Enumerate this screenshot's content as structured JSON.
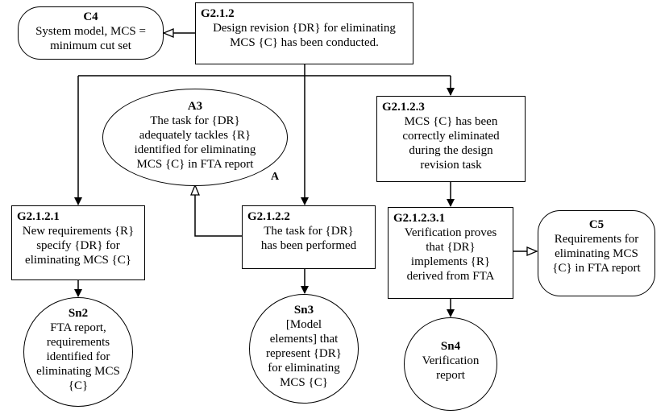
{
  "nodes": {
    "c4": {
      "id": "C4",
      "text": "System model, MCS = minimum cut set"
    },
    "g212": {
      "id": "G2.1.2",
      "text": "Design revision {DR} for eliminating MCS {C} has been conducted."
    },
    "a3": {
      "id": "A3",
      "text": "The task for {DR} adequately tackles {R} identified for eliminating MCS {C} in FTA report"
    },
    "a3_marker": "A",
    "g2123": {
      "id": "G2.1.2.3",
      "text": "MCS {C} has been correctly eliminated during the design revision task"
    },
    "g2121": {
      "id": "G2.1.2.1",
      "text": "New requirements {R} specify {DR} for eliminating MCS {C}"
    },
    "g2122": {
      "id": "G2.1.2.2",
      "text": "The task for {DR} has been performed"
    },
    "g21231": {
      "id": "G2.1.2.3.1",
      "text": "Verification proves that {DR} implements {R} derived from FTA"
    },
    "c5": {
      "id": "C5",
      "text": "Requirements for eliminating MCS {C} in FTA report"
    },
    "sn2": {
      "id": "Sn2",
      "text": "FTA report, requirements identified for eliminating MCS {C}"
    },
    "sn3": {
      "id": "Sn3",
      "text": "[Model elements] that represent {DR} for eliminating MCS {C}"
    },
    "sn4": {
      "id": "Sn4",
      "text": "Verification report"
    }
  }
}
